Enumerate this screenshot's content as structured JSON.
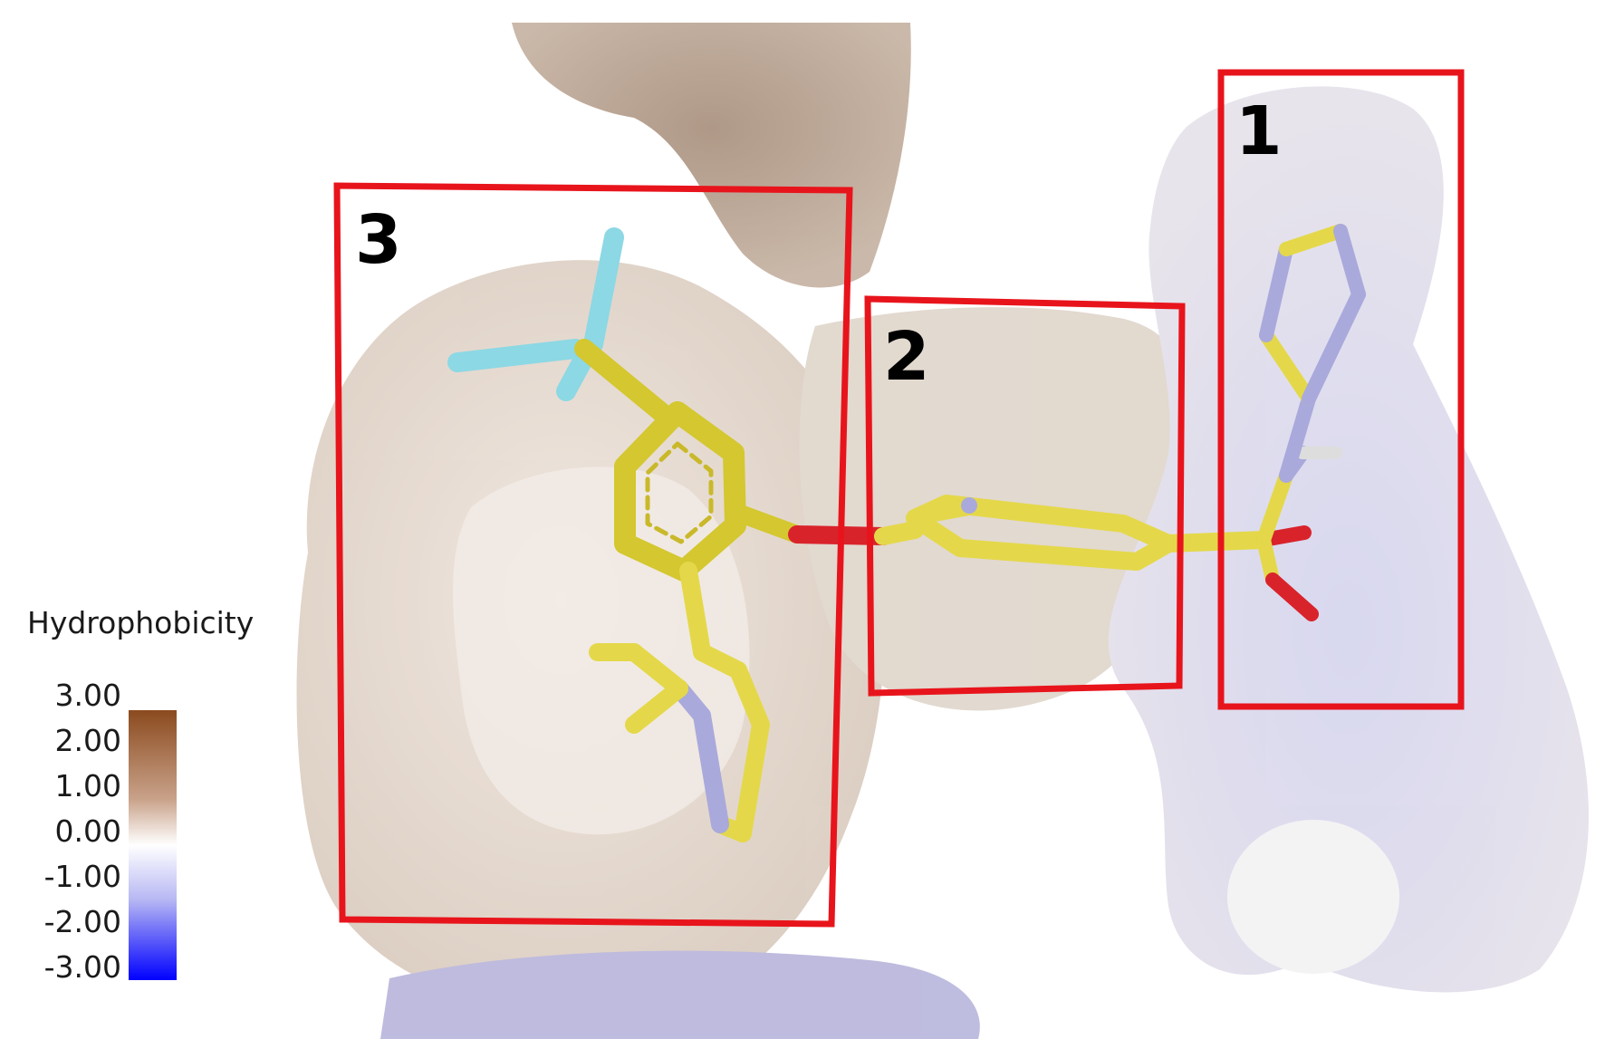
{
  "legend": {
    "title": "Hydrophobicity",
    "ticks": [
      "3.00",
      "2.00",
      "1.00",
      "0.00",
      "-1.00",
      "-2.00",
      "-3.00"
    ],
    "colors": {
      "max": "#8b4a1e",
      "mid": "#ffffff",
      "min": "#0000ff"
    }
  },
  "regions": [
    {
      "label": "1"
    },
    {
      "label": "2"
    },
    {
      "label": "3"
    }
  ],
  "colors": {
    "box": "#e8141c",
    "carbon": "#e4d84a",
    "nitrogen": "#a9a9dc",
    "oxygen": "#d9232b",
    "fluorine": "#8cd8e4",
    "hydrogen": "#eeeeee"
  }
}
